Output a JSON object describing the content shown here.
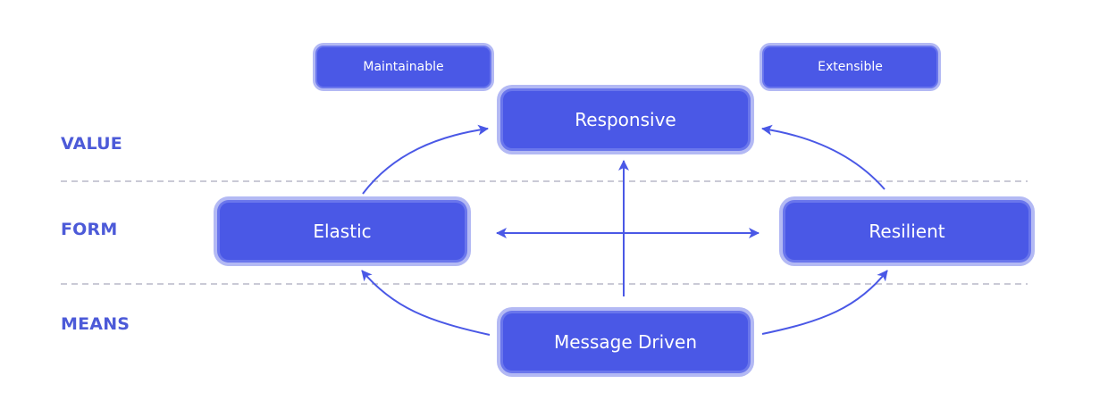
{
  "diagram": {
    "title": "",
    "colors": {
      "node_fill": "#4a58e6",
      "node_ring": "#b3b9f4",
      "label_text": "#4c5ad8",
      "arrow": "#4a58e6",
      "divider": "#b8b8c8"
    },
    "row_labels": {
      "value": "VALUE",
      "form": "FORM",
      "means": "MEANS"
    },
    "nodes": {
      "maintainable": "Maintainable",
      "extensible": "Extensible",
      "responsive": "Responsive",
      "elastic": "Elastic",
      "resilient": "Resilient",
      "message_driven": "Message Driven"
    },
    "edges": [
      {
        "from": "Elastic",
        "to": "Responsive"
      },
      {
        "from": "Resilient",
        "to": "Responsive"
      },
      {
        "from": "Message Driven",
        "to": "Responsive"
      },
      {
        "from": "Message Driven",
        "to": "Elastic"
      },
      {
        "from": "Message Driven",
        "to": "Resilient"
      },
      {
        "from": "Elastic",
        "to": "Resilient",
        "bidirectional": true
      }
    ]
  }
}
